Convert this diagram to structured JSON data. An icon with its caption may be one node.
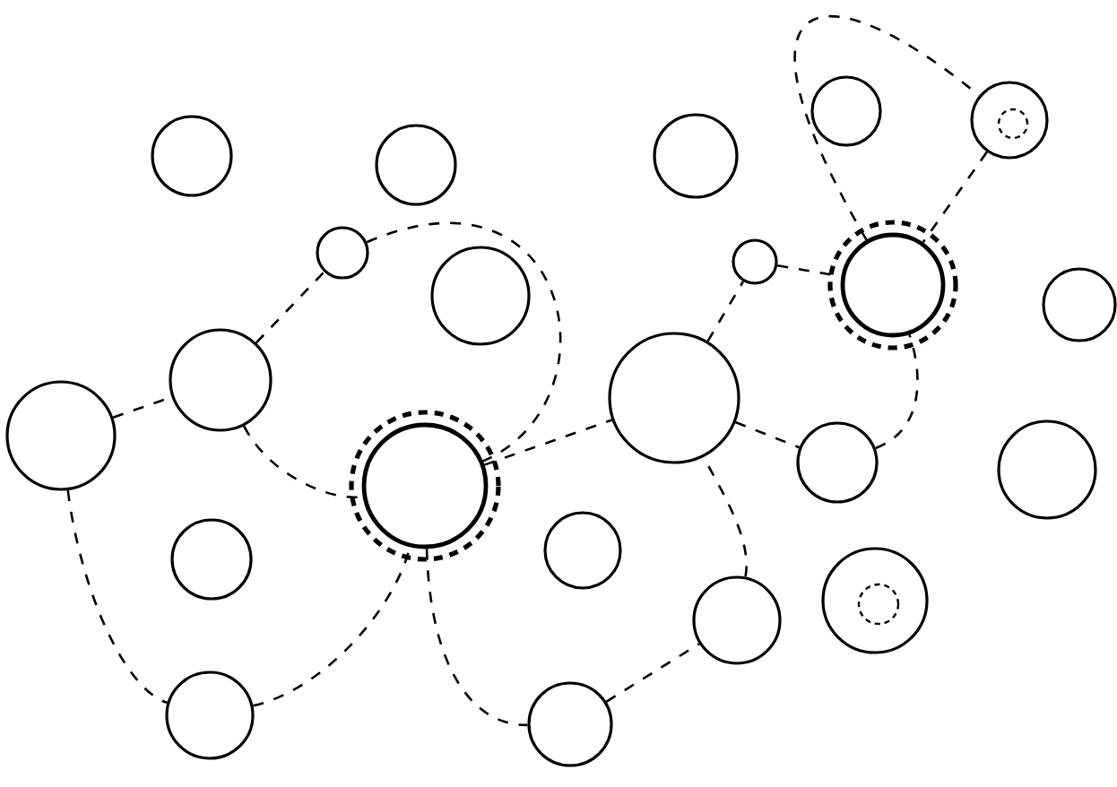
{
  "diagram": {
    "nodes": [
      {
        "text": [],
        "shape": "circle"
      },
      {
        "text": [],
        "shape": "circle"
      },
      {
        "text": [],
        "shape": "circle"
      },
      {
        "text": [],
        "shape": "circle"
      },
      {
        "text": [],
        "shape": "circle"
      },
      {
        "text": [],
        "shape": "circle"
      },
      {
        "text": [],
        "shape": "circle"
      },
      {
        "text": [],
        "shape": "circle"
      },
      {
        "text": [],
        "shape": "circle"
      },
      {
        "text": [],
        "shape": "circle"
      },
      {
        "text": [],
        "shape": "circle"
      },
      {
        "text": [],
        "shape": "circle"
      },
      {
        "text": [],
        "shape": "circle"
      },
      {
        "text": [],
        "shape": "circle"
      },
      {
        "text": [],
        "shape": "circle"
      },
      {
        "text": [],
        "shape": "circle"
      },
      {
        "text": [],
        "shape": "circle"
      },
      {
        "text": [],
        "shape": "circle"
      },
      {
        "text": [],
        "shape": "circle"
      },
      {
        "text": [],
        "shape": "circle"
      },
      {
        "text": [],
        "shape": "circle"
      },
      {
        "text": [],
        "shape": "circle"
      }
    ],
    "edges": [
      {
        "from": 11,
        "to": 10,
        "arrow": "none",
        "style": "dashed"
      },
      {
        "from": 10,
        "to": 5,
        "arrow": "none",
        "style": "dashed"
      },
      {
        "from": 5,
        "to": 13,
        "arrow": "none",
        "style": "dashed"
      },
      {
        "from": 10,
        "to": 13,
        "arrow": "none",
        "style": "dashed"
      },
      {
        "from": 11,
        "to": 20,
        "arrow": "none",
        "style": "dashed"
      },
      {
        "from": 20,
        "to": 13,
        "arrow": "none",
        "style": "dashed"
      },
      {
        "from": 13,
        "to": 12,
        "arrow": "none",
        "style": "dashed"
      },
      {
        "from": 12,
        "to": 14,
        "arrow": "none",
        "style": "dashed"
      },
      {
        "from": 14,
        "to": 8,
        "arrow": "none",
        "style": "dashed"
      },
      {
        "from": 12,
        "to": 7,
        "arrow": "none",
        "style": "dashed"
      },
      {
        "from": 7,
        "to": 8,
        "arrow": "none",
        "style": "dashed"
      },
      {
        "from": 8,
        "to": 4,
        "arrow": "none",
        "style": "dashed"
      },
      {
        "from": 4,
        "to": 8,
        "arrow": "none",
        "style": "dashed"
      },
      {
        "from": 13,
        "to": 21,
        "arrow": "none",
        "style": "dashed"
      },
      {
        "from": 21,
        "to": 19,
        "arrow": "none",
        "style": "dashed"
      },
      {
        "from": 19,
        "to": 12,
        "arrow": "none",
        "style": "dashed"
      }
    ]
  }
}
